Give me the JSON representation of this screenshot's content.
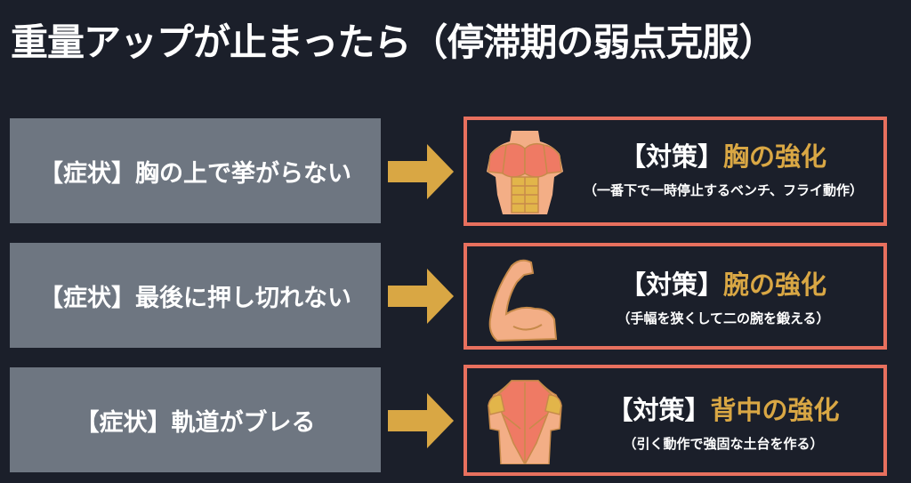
{
  "title": "重量アップが止まったら（停滞期の弱点克服）",
  "colors": {
    "background": "#1b1f2a",
    "symptom_box": "#6e7681",
    "arrow": "#d9a744",
    "solution_border": "#e8705e",
    "accent_text": "#d9a744"
  },
  "rows": [
    {
      "symptom": "【症状】胸の上で挙がらない",
      "arrow_icon": "arrow-right-icon",
      "solution_prefix": "【対策】",
      "solution_topic": "胸の強化",
      "solution_detail": "（一番下で一時停止するベンチ、フライ動作）",
      "icon": "chest-muscle-icon"
    },
    {
      "symptom": "【症状】最後に押し切れない",
      "arrow_icon": "arrow-right-icon",
      "solution_prefix": "【対策】",
      "solution_topic": "腕の強化",
      "solution_detail": "（手幅を狭くして二の腕を鍛える）",
      "icon": "flexed-arm-icon"
    },
    {
      "symptom": "【症状】軌道がブレる",
      "arrow_icon": "arrow-right-icon",
      "solution_prefix": "【対策】",
      "solution_topic": "背中の強化",
      "solution_detail": "（引く動作で強固な土台を作る）",
      "icon": "back-muscle-icon"
    }
  ]
}
